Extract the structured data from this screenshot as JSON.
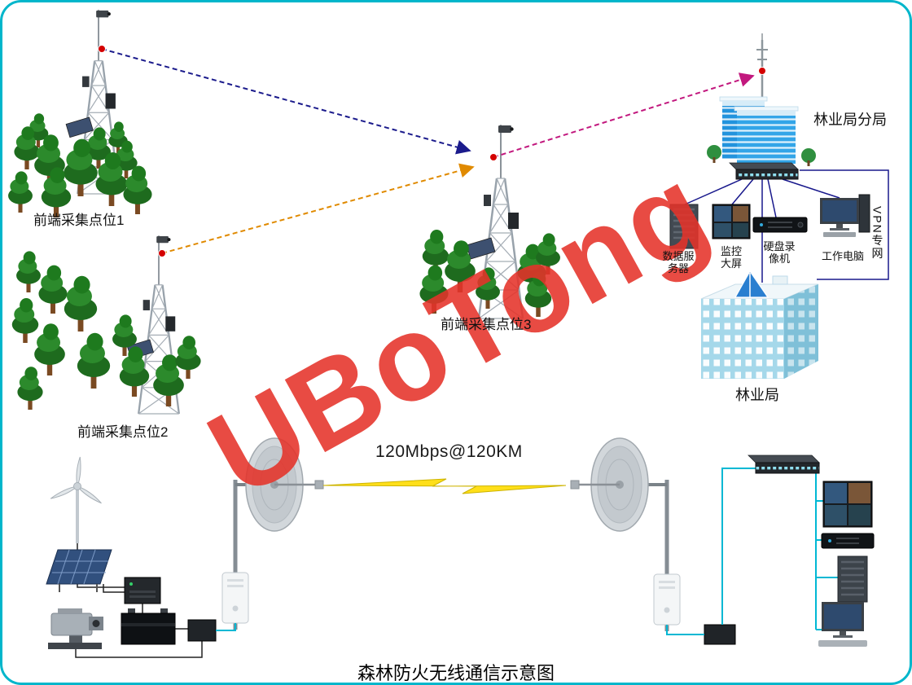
{
  "title": "森林防火无线通信示意图",
  "watermark": "UBoTong",
  "link": {
    "label": "120Mbps@120KM"
  },
  "labels": {
    "site1": "前端采集点位1",
    "site2": "前端采集点位2",
    "site3": "前端采集点位3",
    "branch": "林业局分局",
    "bureau": "林业局",
    "vpn": "VPN专网",
    "server": "数据服务器",
    "screen": "监控大屏",
    "dvr": "硬盘录像机",
    "pc": "工作电脑"
  },
  "colors": {
    "border": "#00b6cb",
    "watermark_red": "#e5332a",
    "wireless_link_blue": "#1b1b8c",
    "wireless_link_magenta": "#c2187e",
    "wireless_link_orange": "#e08a00",
    "lan_line": "#18188c",
    "cable_cyan": "#00b8d4",
    "lightning_yellow": "#ffdf1a"
  }
}
